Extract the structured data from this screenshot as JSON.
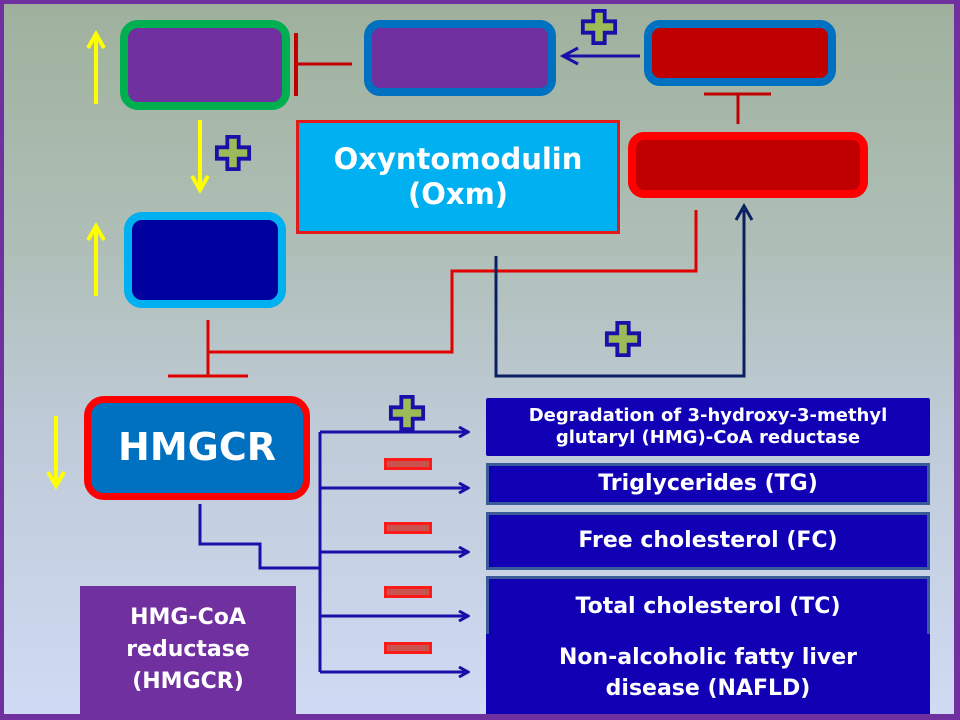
{
  "diagram": {
    "title_node": {
      "line1": "Oxyntomodulin",
      "line2": "(Oxm)"
    },
    "hmgcr_node": {
      "label": "HMGCR"
    },
    "legend_box": {
      "line1": "HMG-CoA",
      "line2": "reductase",
      "line3": "(HMGCR)"
    },
    "unlabeled_nodes": [
      {
        "id": "purple-green",
        "fill": "#7030a0",
        "border": "#00b050",
        "change": "up"
      },
      {
        "id": "purple-blue",
        "fill": "#7030a0",
        "border": "#0070c0"
      },
      {
        "id": "red-blue",
        "fill": "#c00000",
        "border": "#0070c0"
      },
      {
        "id": "red-red",
        "fill": "#c00000",
        "border": "#ff0000"
      },
      {
        "id": "navy-lightblue",
        "fill": "#00009f",
        "border": "#00b0f0",
        "change": "up"
      }
    ],
    "hmgcr_change": "down",
    "outcomes": [
      {
        "line1": "Degradation of 3-hydroxy-3-methyl",
        "line2": "glutaryl  (HMG)-CoA reductase",
        "effect": "plus"
      },
      {
        "line1": "Triglycerides (TG)",
        "effect": "minus"
      },
      {
        "line1": "Free cholesterol (FC)",
        "effect": "minus"
      },
      {
        "line1": "Total cholesterol (TC)",
        "effect": "minus"
      },
      {
        "line1": "Non-alcoholic fatty liver",
        "line2": "disease (NAFLD)",
        "effect": "minus"
      }
    ],
    "colors": {
      "frame": "#7030a0",
      "oxm_fill": "#00b0f0",
      "oxm_border": "#e31a1a",
      "hmgcr_fill": "#0070c0",
      "hmgcr_border": "#ff0000",
      "outcome_fill": "#1100b4",
      "inhibit_line": "#e00000",
      "activate_line": "#1a0fa8",
      "dark_line": "#0a2060",
      "arrow_yellow": "#ffff00",
      "plus_fill": "#9bbb59",
      "plus_border": "#1a0fa8"
    }
  }
}
